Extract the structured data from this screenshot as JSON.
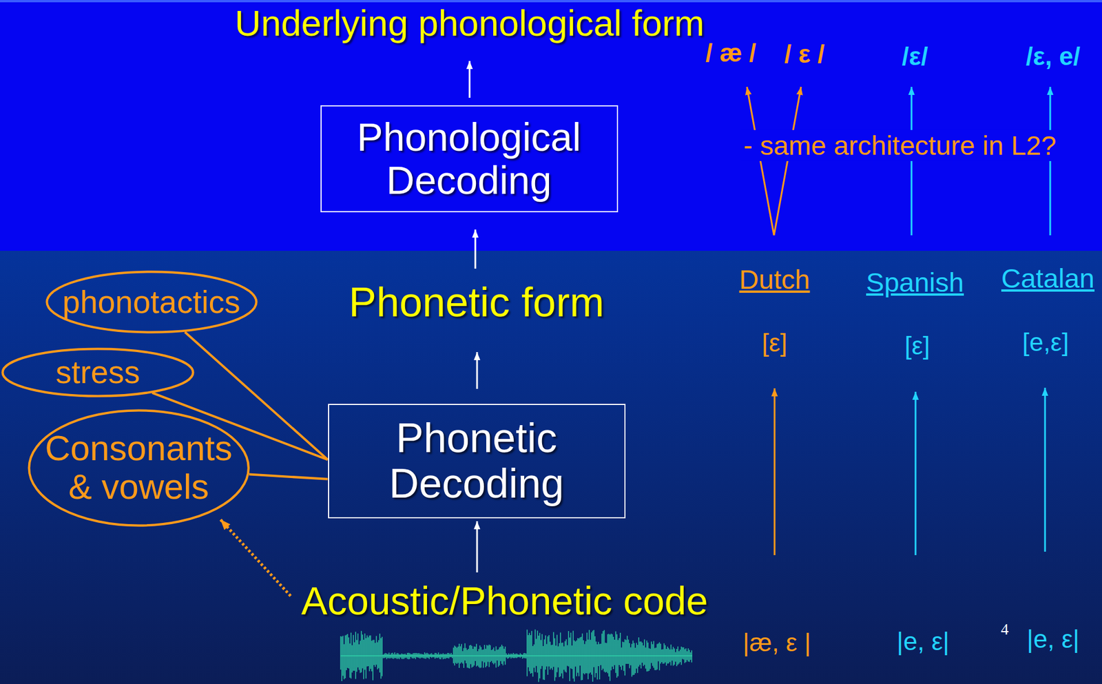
{
  "diagram": {
    "nodes": [
      {
        "text": [
          "Phonological Decoding"
        ]
      },
      {
        "text": [
          "phonotactics"
        ]
      },
      {
        "text": [
          "stress"
        ]
      },
      {
        "text": [
          "Phonetic Decoding"
        ]
      },
      {
        "text": [
          "Consonants & vowels"
        ]
      }
    ],
    "edges": [
      {
        "from": 1,
        "to": 3,
        "arrow": "none"
      },
      {
        "from": 2,
        "to": 3,
        "arrow": "none"
      },
      {
        "from": 4,
        "to": 3,
        "arrow": "none"
      }
    ],
    "labels": [
      "Underlying phonological form",
      "/ æ /",
      "/ ε /",
      "/ε/",
      "/ε, e/",
      "- same architecture in L2?",
      "Phonetic form",
      "Dutch",
      "Spanish",
      "Catalan",
      "[ε]",
      "[ε]",
      "[e,ε]",
      "Acoustic/Phonetic code",
      "4",
      "|æ, ε |",
      "|e, ε|",
      "|e, ε|"
    ]
  }
}
